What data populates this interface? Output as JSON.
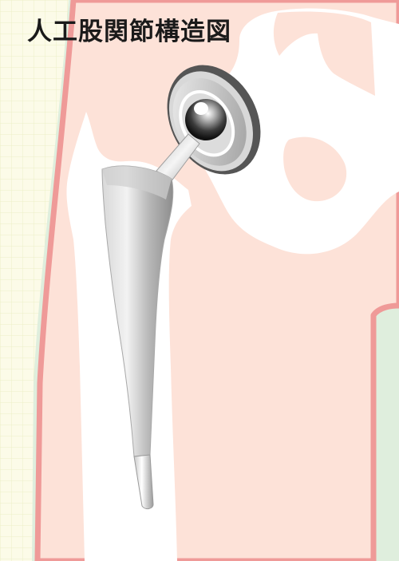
{
  "title": "人工股関節構造図",
  "colors": {
    "background": "#fcfbe8",
    "grid": "#e9ecc0",
    "skin": "#dfeedd",
    "skin_outline": "#ef9a98",
    "tissue": "#fde2d8",
    "bone": "#ffffff",
    "implant_metal": "#c4c4c4",
    "implant_dark": "#444444"
  },
  "diagram": {
    "parts": [
      {
        "name": "pelvis",
        "icon": "pelvis-bone-shape"
      },
      {
        "name": "acetabular-cup",
        "icon": "cup-ring-shape"
      },
      {
        "name": "femoral-head",
        "icon": "ball-shape"
      },
      {
        "name": "femoral-stem",
        "icon": "stem-shape"
      },
      {
        "name": "femur",
        "icon": "femur-bone-shape"
      }
    ]
  }
}
